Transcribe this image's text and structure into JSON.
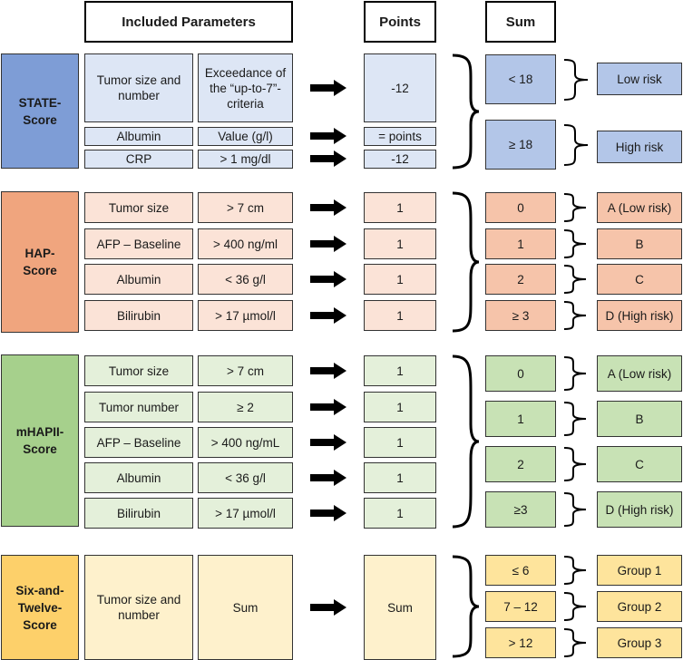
{
  "headers": {
    "included": "Included Parameters",
    "points": "Points",
    "sum": "Sum"
  },
  "colors": {
    "state": "#7e9dd6",
    "hap": "#f0a57e",
    "mhapii": "#a6d08c",
    "six_twelve": "#fdd06a"
  },
  "state": {
    "label": "STATE-Score",
    "rows": [
      {
        "param": "Tumor size and number",
        "criterion": "Exceedance of the “up-to-7”-criteria",
        "points": "-12"
      },
      {
        "param": "Albumin",
        "criterion": "Value (g/l)",
        "points": "= points"
      },
      {
        "param": "CRP",
        "criterion": "> 1 mg/dl",
        "points": "-12"
      }
    ],
    "sums": [
      "< 18",
      "≥ 18"
    ],
    "results": [
      "Low risk",
      "High risk"
    ]
  },
  "hap": {
    "label": "HAP-Score",
    "rows": [
      {
        "param": "Tumor size",
        "criterion": "> 7 cm",
        "points": "1"
      },
      {
        "param": "AFP – Baseline",
        "criterion": "> 400 ng/ml",
        "points": "1"
      },
      {
        "param": "Albumin",
        "criterion": "< 36 g/l",
        "points": "1"
      },
      {
        "param": "Bilirubin",
        "criterion": "> 17 µmol/l",
        "points": "1"
      }
    ],
    "sums": [
      "0",
      "1",
      "2",
      "≥ 3"
    ],
    "results": [
      "A (Low risk)",
      "B",
      "C",
      "D (High risk)"
    ]
  },
  "mhapii": {
    "label": "mHAPII-Score",
    "rows": [
      {
        "param": "Tumor size",
        "criterion": "> 7 cm",
        "points": "1"
      },
      {
        "param": "Tumor number",
        "criterion": "≥ 2",
        "points": "1"
      },
      {
        "param": "AFP – Baseline",
        "criterion": "> 400 ng/mL",
        "points": "1"
      },
      {
        "param": "Albumin",
        "criterion": "< 36 g/l",
        "points": "1"
      },
      {
        "param": "Bilirubin",
        "criterion": "> 17 µmol/l",
        "points": "1"
      }
    ],
    "sums": [
      "0",
      "1",
      "2",
      "≥3"
    ],
    "results": [
      "A (Low risk)",
      "B",
      "C",
      "D (High risk)"
    ]
  },
  "six_twelve": {
    "label": "Six-and-Twelve-Score",
    "rows": [
      {
        "param": "Tumor size and number",
        "criterion": "Sum",
        "points": "Sum"
      }
    ],
    "sums": [
      "≤ 6",
      "7 – 12",
      "> 12"
    ],
    "results": [
      "Group 1",
      "Group 2",
      "Group 3"
    ]
  }
}
